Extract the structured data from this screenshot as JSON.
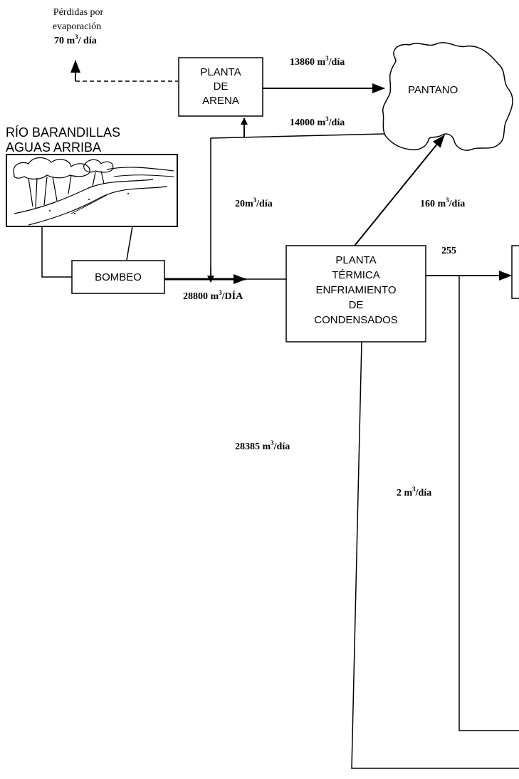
{
  "evaporation": {
    "line1": "Pérdidas por",
    "line2": "evaporación",
    "value": "70 m",
    "sup": "3",
    "unit": "/ día"
  },
  "river": {
    "line1": "RÍO BARANDILLAS",
    "line2": "AGUAS ARRIBA"
  },
  "planta_arena": {
    "line1": "PLANTA",
    "line2": "DE",
    "line3": "ARENA"
  },
  "pantano": {
    "label": "PANTANO"
  },
  "bombeo": {
    "label": "BOMBEO"
  },
  "planta_termica": {
    "line1": "PLANTA",
    "line2": "TÉRMICA",
    "line3": "ENFRIAMIENTO",
    "line4": "DE",
    "line5": "CONDENSADOS"
  },
  "flows": {
    "f13860": {
      "value": "13860 m",
      "sup": "3",
      "unit": "/día"
    },
    "f14000": {
      "value": "14000 m",
      "sup": "3",
      "unit": "/día"
    },
    "f20": {
      "value": "20m",
      "sup": "3",
      "unit": "/día"
    },
    "f160": {
      "value": "160 m",
      "sup": "3",
      "unit": "/día"
    },
    "f255": {
      "value": "255"
    },
    "f28800": {
      "value": "28800 m",
      "sup": "3",
      "unit": "/DÍA"
    },
    "f28385": {
      "value": "28385 m",
      "sup": "3",
      "unit": "/día"
    },
    "f2": {
      "value": "2 m",
      "sup": "3",
      "unit": "/día"
    }
  }
}
